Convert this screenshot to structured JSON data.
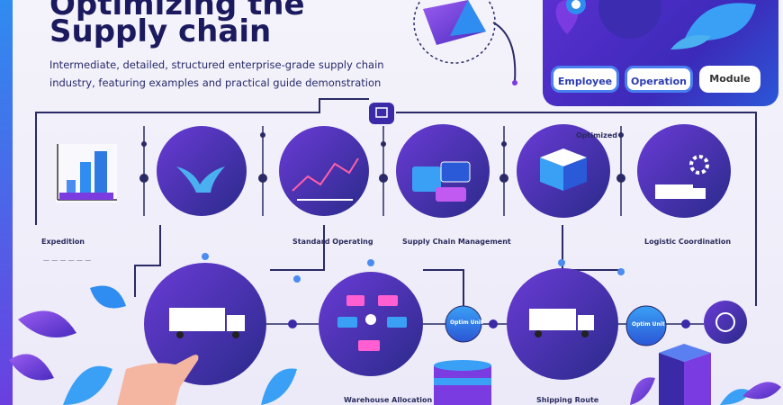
{
  "header": {
    "title_line1": "Optimizing the",
    "title_line2": "Supply chain",
    "subtitle_line1": "Intermediate, detailed, structured enterprise-grade supply chain",
    "subtitle_line2": "industry, featuring examples and practical guide demonstration"
  },
  "legend_panel": {
    "buttons": [
      "Employee",
      "Operation",
      "Module"
    ]
  },
  "stages": {
    "top_row_labels": [
      "Expedition",
      "Standard Operating",
      "Supply Chain Management",
      "Logistic Coordination"
    ],
    "top_note": "Optimized",
    "bottom_row_labels": [
      "Warehouse Allocation",
      "Shipping Route"
    ],
    "connector_badges": [
      "Optim Unit",
      "Optim Unit"
    ]
  },
  "colors": {
    "accent_purple": "#5a2fcf",
    "accent_blue": "#2f8cf0",
    "node_dark": "#2b2a86",
    "node_violet": "#5a2bb8"
  },
  "icons": [
    "bar-chart-icon",
    "bird-icon",
    "line-chart-icon",
    "boxes-icon",
    "open-box-icon",
    "gear-icon",
    "truck-icon",
    "network-icon",
    "database-icon",
    "cube-icon",
    "hand-icon",
    "leaf-icon",
    "location-pin-icon",
    "globe-icon"
  ]
}
